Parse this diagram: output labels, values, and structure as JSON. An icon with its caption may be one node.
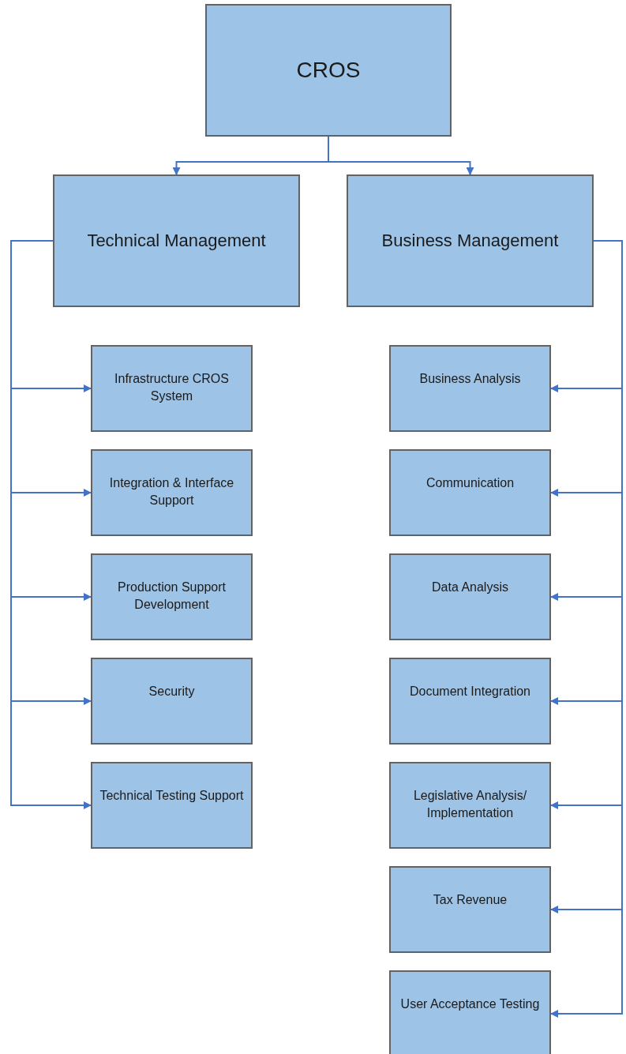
{
  "diagram": {
    "nodes": [
      {
        "text": [
          "CROS"
        ]
      },
      {
        "text": [
          "Technical Management"
        ]
      },
      {
        "text": [
          "Business Management"
        ]
      },
      {
        "text": [
          "Infrastructure CROS System"
        ]
      },
      {
        "text": [
          "Integration & Interface Support"
        ]
      },
      {
        "text": [
          "Production Support Development"
        ]
      },
      {
        "text": [
          "Security"
        ]
      },
      {
        "text": [
          "Technical Testing Support"
        ]
      },
      {
        "text": [
          "Business Analysis"
        ]
      },
      {
        "text": [
          "Communication"
        ]
      },
      {
        "text": [
          "Data Analysis"
        ]
      },
      {
        "text": [
          "Document Integration"
        ]
      },
      {
        "text": [
          "Legislative Analysis/ Implementation"
        ]
      },
      {
        "text": [
          "Tax Revenue"
        ]
      },
      {
        "text": [
          "User Acceptance Testing"
        ]
      }
    ],
    "edges": [
      {
        "from": 0,
        "to": 1,
        "arrow": "to"
      },
      {
        "from": 0,
        "to": 2,
        "arrow": "to"
      },
      {
        "from": 1,
        "to": 3,
        "arrow": "to"
      },
      {
        "from": 1,
        "to": 4,
        "arrow": "to"
      },
      {
        "from": 1,
        "to": 5,
        "arrow": "to"
      },
      {
        "from": 1,
        "to": 6,
        "arrow": "to"
      },
      {
        "from": 1,
        "to": 7,
        "arrow": "to"
      },
      {
        "from": 2,
        "to": 8,
        "arrow": "to"
      },
      {
        "from": 2,
        "to": 9,
        "arrow": "to"
      },
      {
        "from": 2,
        "to": 10,
        "arrow": "to"
      },
      {
        "from": 2,
        "to": 11,
        "arrow": "to"
      },
      {
        "from": 2,
        "to": 12,
        "arrow": "to"
      },
      {
        "from": 2,
        "to": 13,
        "arrow": "to"
      },
      {
        "from": 2,
        "to": 14,
        "arrow": "to"
      }
    ]
  }
}
